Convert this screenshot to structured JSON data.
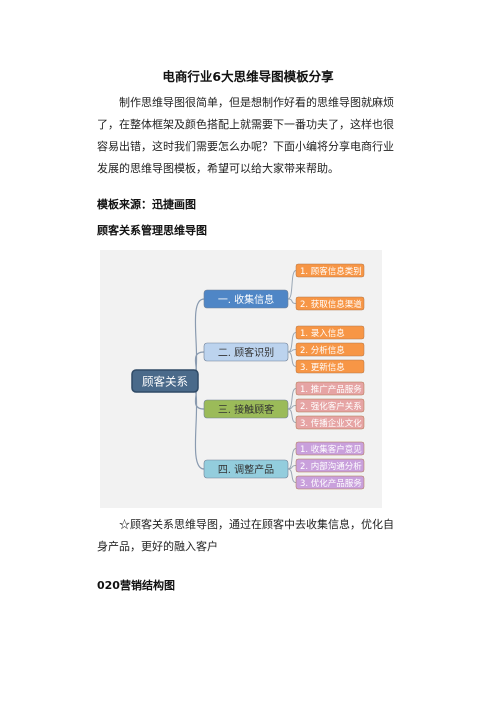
{
  "document": {
    "title": "电商行业6大思维导图模板分享",
    "intro": "制作思维导图很简单，但是想制作好看的思维导图就麻烦了，在整体框架及颜色搭配上就需要下一番功夫了，这样也很容易出错，这时我们需要怎么办呢？下面小编将分享电商行业发展的思维导图模板，希望可以给大家带来帮助。",
    "source_heading": "模板来源：迅捷画图",
    "section1_heading": "顾客关系管理思维导图",
    "caption": "☆顾客关系思维导图，通过在顾客中去收集信息，优化自身产品，更好的融入客户",
    "section2_heading": "020营销结构图"
  },
  "mindmap": {
    "root": "顾客关系",
    "branches": [
      {
        "label": "一. 收集信息",
        "color": "#4f86c6",
        "text_color": "#ffffff",
        "leaves": [
          "1. 顾客信息类别",
          "2. 获取信息渠道"
        ]
      },
      {
        "label": "二. 顾客识别",
        "color": "#bcd3ee",
        "text_color": "#333333",
        "leaves": [
          "1. 录入信息",
          "2. 分析信息",
          "3. 更新信息"
        ]
      },
      {
        "label": "三. 接触顾客",
        "color": "#9bbb59",
        "text_color": "#333333",
        "leaves": [
          "1. 推广产品服务",
          "2. 强化客户关系",
          "3. 传播企业文化"
        ]
      },
      {
        "label": "四. 调整产品",
        "color": "#93cddd",
        "text_color": "#333333",
        "leaves": [
          "1. 收集客户意见",
          "2. 内部沟通分析",
          "3. 优化产品服务"
        ]
      }
    ],
    "leaf_colors": [
      "#f79646",
      "#f79646",
      "#e6a4a4",
      "#c9a0dc"
    ]
  }
}
